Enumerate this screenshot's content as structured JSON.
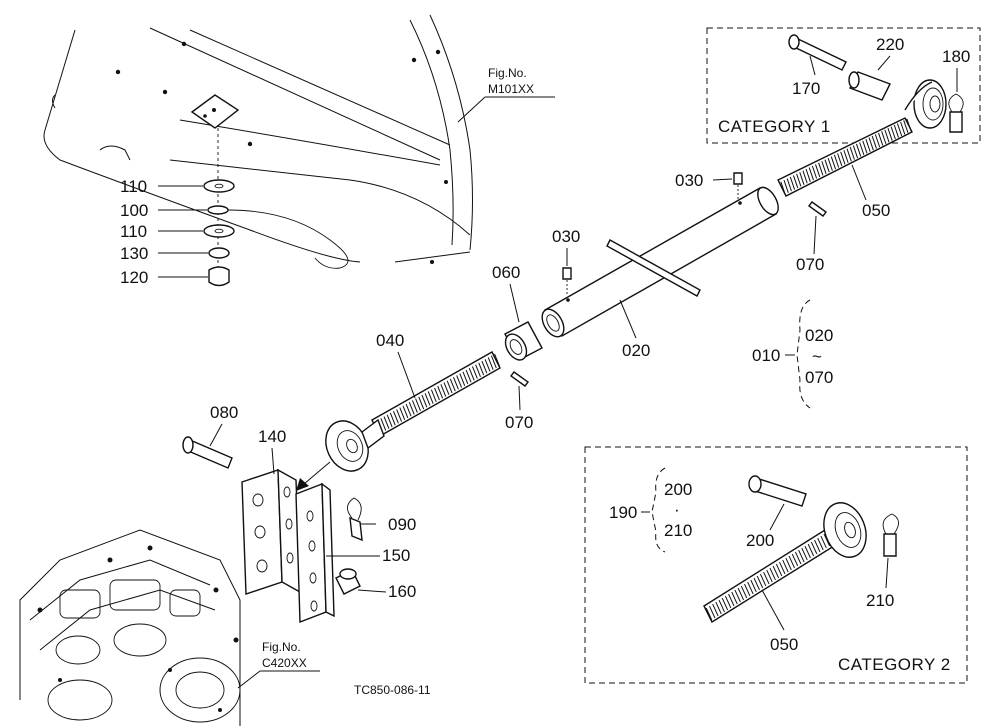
{
  "parts": {
    "p010": "010",
    "p020": "020",
    "p030a": "030",
    "p030b": "030",
    "p040": "040",
    "p050a": "050",
    "p050b": "050",
    "p060": "060",
    "p070a": "070",
    "p070b": "070",
    "p080": "080",
    "p090": "090",
    "p100": "100",
    "p110a": "110",
    "p110b": "110",
    "p120": "120",
    "p130": "130",
    "p140": "140",
    "p150": "150",
    "p160": "160",
    "p170": "170",
    "p180": "180",
    "p190": "190",
    "p200a": "200",
    "p200b": "200",
    "p210a": "210",
    "p210b": "210",
    "p220": "220"
  },
  "range010": {
    "from": "020",
    "sep": "~",
    "to": "070"
  },
  "range190": {
    "from": "200",
    "sep": "·",
    "to": "210"
  },
  "figrefs": {
    "top": {
      "label": "Fig.No.",
      "code": "M101XX"
    },
    "bottom": {
      "label": "Fig.No.",
      "code": "C420XX"
    }
  },
  "categories": {
    "cat1": "CATEGORY  1",
    "cat2": "CATEGORY  2"
  },
  "drawing_code": "TC850-086-11"
}
